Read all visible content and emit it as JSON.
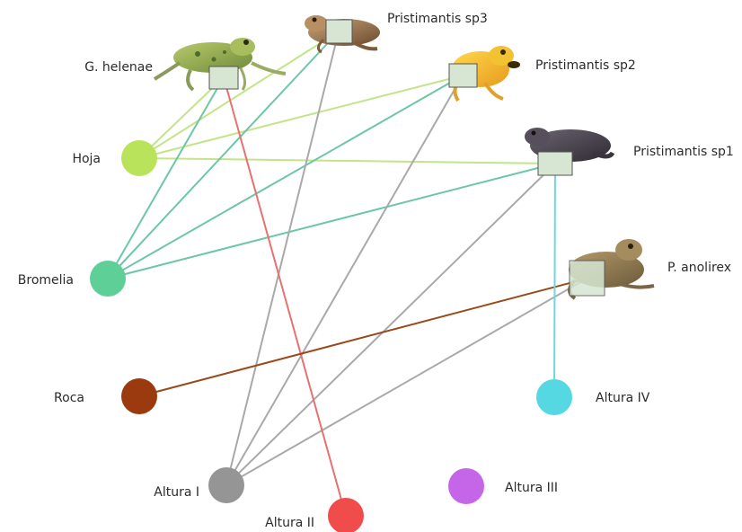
{
  "habitat_nodes": [
    {
      "id": "hoja",
      "label": "Hoja",
      "color": "#b8e35a"
    },
    {
      "id": "bromelia",
      "label": "Bromelia",
      "color": "#5fcf98"
    },
    {
      "id": "roca",
      "label": "Roca",
      "color": "#9a3a0e"
    },
    {
      "id": "altura1",
      "label": "Altura I",
      "color": "#959595"
    },
    {
      "id": "altura2",
      "label": "Altura II",
      "color": "#f14c4c"
    },
    {
      "id": "altura3",
      "label": "Altura III",
      "color": "#c566e8"
    },
    {
      "id": "altura4",
      "label": "Altura IV",
      "color": "#55d8e2"
    }
  ],
  "species_nodes": [
    {
      "id": "helenae",
      "label": "G. helenae",
      "icon": "green-frog-photo"
    },
    {
      "id": "sp3",
      "label": "Pristimantis sp3",
      "icon": "brown-frog-photo"
    },
    {
      "id": "sp2",
      "label": "Pristimantis sp2",
      "icon": "yellow-frog-photo"
    },
    {
      "id": "sp1",
      "label": "Pristimantis sp1",
      "icon": "dark-frog-photo"
    },
    {
      "id": "anolirex",
      "label": "P. anolirex",
      "icon": "olive-frog-photo"
    }
  ],
  "edges": [
    {
      "from": "hoja",
      "to": "helenae",
      "color": "#c3e48a"
    },
    {
      "from": "hoja",
      "to": "sp3",
      "color": "#c3e48a"
    },
    {
      "from": "hoja",
      "to": "sp2",
      "color": "#c3e48a"
    },
    {
      "from": "hoja",
      "to": "sp1",
      "color": "#c3e48a"
    },
    {
      "from": "bromelia",
      "to": "helenae",
      "color": "#6cc7a6"
    },
    {
      "from": "bromelia",
      "to": "sp3",
      "color": "#6cc7a6"
    },
    {
      "from": "bromelia",
      "to": "sp2",
      "color": "#6cc7a6"
    },
    {
      "from": "bromelia",
      "to": "sp1",
      "color": "#6cc7a6"
    },
    {
      "from": "altura1",
      "to": "sp3",
      "color": "#a9a9a9"
    },
    {
      "from": "altura1",
      "to": "sp2",
      "color": "#a9a9a9"
    },
    {
      "from": "altura1",
      "to": "sp1",
      "color": "#a9a9a9"
    },
    {
      "from": "altura1",
      "to": "anolirex",
      "color": "#a9a9a9"
    },
    {
      "from": "altura2",
      "to": "helenae",
      "color": "#e97070"
    },
    {
      "from": "roca",
      "to": "anolirex",
      "color": "#9a4a1a"
    },
    {
      "from": "altura4",
      "to": "sp1",
      "color": "#6ed6e0"
    }
  ]
}
